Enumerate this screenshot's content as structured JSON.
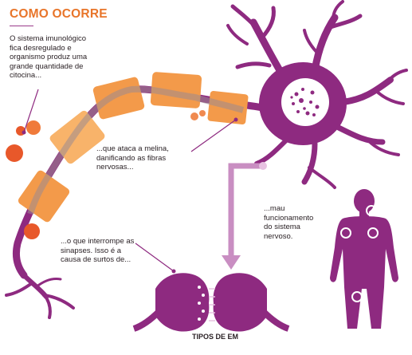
{
  "title": "COMO OCORRE",
  "steps": [
    "O sistema imunológico fica desregulado e organismo produz uma grande quantidade de citocina...",
    "...que ataca a melina, danificando as fibras nervosas...",
    "...mau funcionamento do sistema nervoso.",
    "...o que interrompe as sinapses. Isso é a causa de surtos de..."
  ],
  "caption": "TIPOS DE EM",
  "colors": {
    "neuron": "#8e2a80",
    "myelin": "#f39a4a",
    "myelin_light": "#f8b36a",
    "cytokine": "#e8582a",
    "signal": "#c98ec2",
    "text": "#2b2226",
    "title": "#e8752a"
  }
}
